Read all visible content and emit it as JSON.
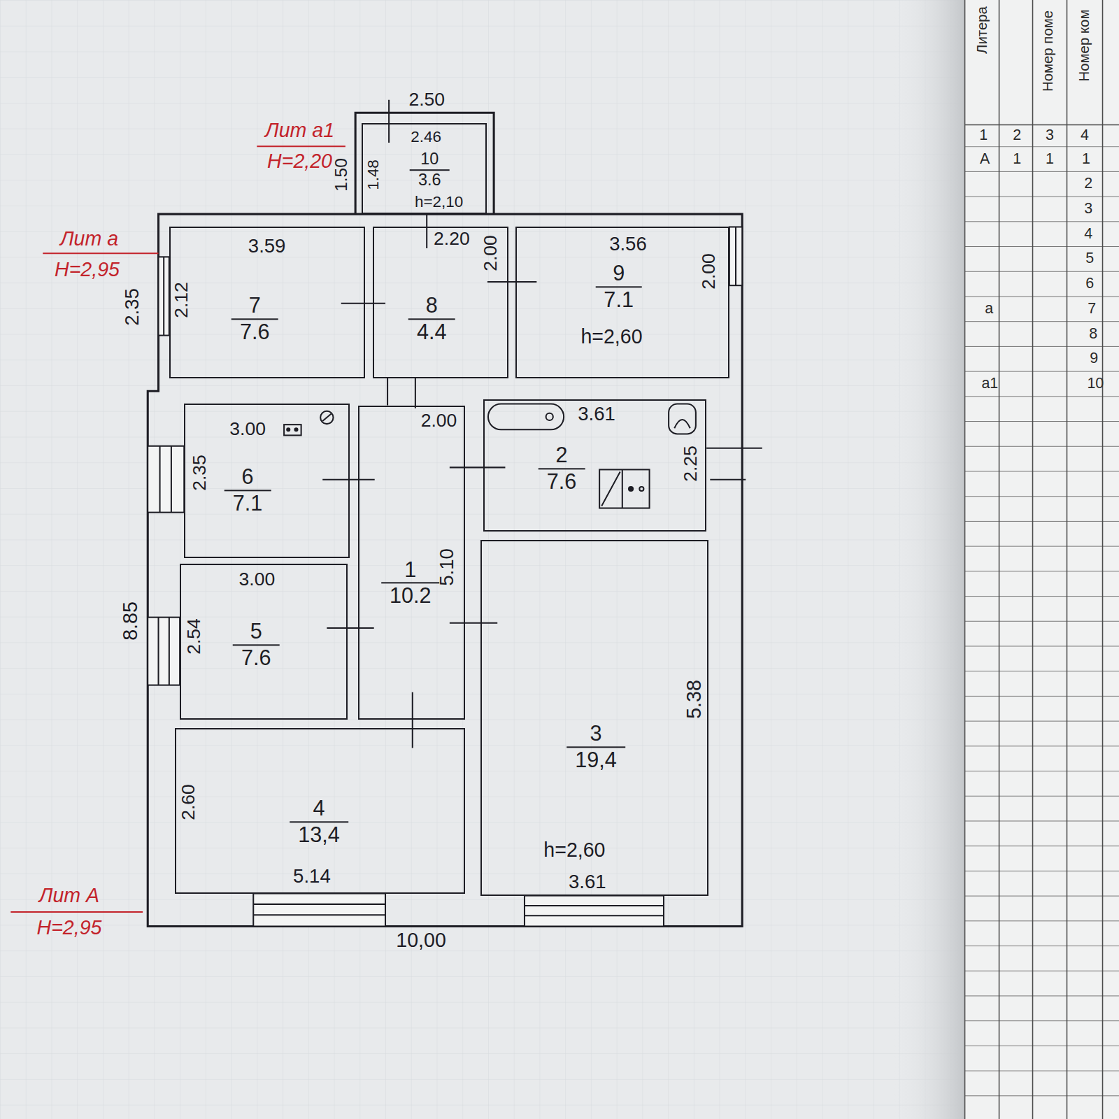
{
  "diagram": {
    "nodes": [
      {
        "text": [
          "10",
          "3.6"
        ]
      },
      {
        "text": [
          "7",
          "7.6"
        ]
      },
      {
        "text": [
          "8",
          "4.4"
        ]
      },
      {
        "text": [
          "9",
          "7.1"
        ]
      },
      {
        "text": [
          "6",
          "7.1"
        ]
      },
      {
        "text": [
          "1",
          "10.2"
        ]
      },
      {
        "text": [
          "2",
          "7.6"
        ]
      },
      {
        "text": [
          "5",
          "7.6"
        ]
      },
      {
        "text": [
          "3",
          "19,4"
        ]
      },
      {
        "text": [
          "4",
          "13,4"
        ]
      }
    ],
    "labels": [
      "Лит а1",
      "Н=2,20",
      "2.50",
      "2.46",
      "1.50",
      "1.48",
      "h=2,10",
      "Лит а",
      "Н=2,95",
      "2.20",
      "3.59",
      "3.56",
      "2.35",
      "2.12",
      "2.00",
      "2.00",
      "h=2,60",
      "2.00",
      "3.00",
      "3.61",
      "2.35",
      "2.25",
      "3.00",
      "2.54",
      "5.10",
      "8.85",
      "5.38",
      "2.60",
      "5.14",
      "h=2,60",
      "3.61",
      "Лит А",
      "Н=2,95",
      "10,00",
      "Литера",
      "Номер поме",
      "Номер ком",
      "1",
      "2",
      "3",
      "4",
      "А",
      "1",
      "1",
      "1",
      "2",
      "3",
      "4",
      "5",
      "6",
      "а",
      "7",
      "8",
      "9",
      "а1",
      "10"
    ]
  }
}
